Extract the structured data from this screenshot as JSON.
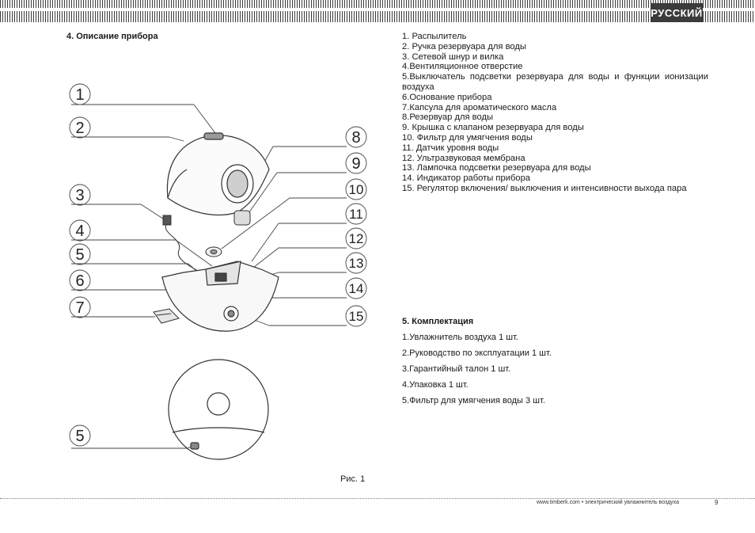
{
  "header": {
    "language_tab": "РУССКИЙ"
  },
  "section4": {
    "title": "4. Описание прибора"
  },
  "parts": [
    "1. Распылитель",
    "2. Ручка резервуара для воды",
    "3. Сетевой шнур и вилка",
    "4.Вентиляционное отверстие",
    "5.Выключатель подсветки резервуара для воды и функции ионизации воздуха",
    "6.Основание прибора",
    "7.Капсула для ароматического масла",
    "8.Резервуар для воды",
    "9. Крышка с клапаном резервуара для воды",
    "10. Фильтр для умягчения воды",
    "11. Датчик уровня воды",
    "12. Ультразвуковая мембрана",
    "13. Лампочка подсветки резервуара для воды",
    "14. Индикатор работы прибора",
    "15. Регулятор  включения/ выключения и интенсивности выхода пара"
  ],
  "callouts": {
    "left": [
      "1",
      "2",
      "3",
      "4",
      "5",
      "6",
      "7"
    ],
    "right": [
      "8",
      "9",
      "10",
      "11",
      "12",
      "13",
      "14",
      "15"
    ],
    "bottom": "5"
  },
  "section5": {
    "title": "5. Комплектация",
    "items": [
      "1.Увлажнитель воздуха  1 шт.",
      "2.Руководство по эксплуатации  1 шт.",
      "3.Гарантийный талон  1 шт.",
      "4.Упаковка  1 шт.",
      "5.Фильтр для умягчения воды  3 шт."
    ]
  },
  "figure": {
    "caption": "Рис. 1"
  },
  "footer": {
    "text": "www.timberk.com • электрический увлажнитель воздуха",
    "page_number": "9"
  }
}
